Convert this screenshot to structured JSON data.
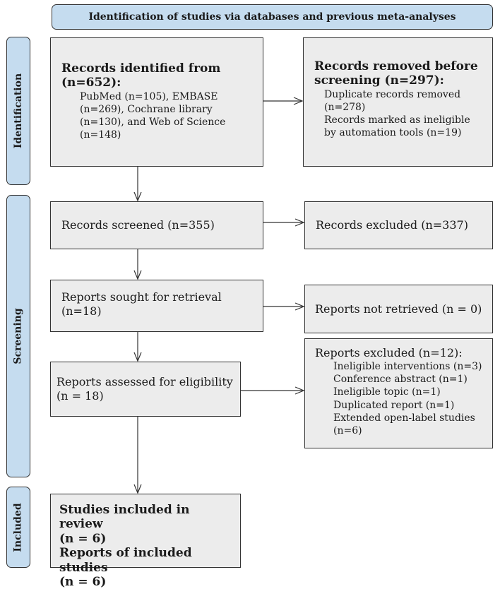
{
  "title": "Identification of studies via databases and previous meta-analyses",
  "phases": {
    "identification": "Identification",
    "screening": "Screening",
    "included": "Included"
  },
  "identified": {
    "heading": "Records identified from (n=652):",
    "lines": [
      "PubMed (n=105), EMBASE",
      "(n=269), Cochrane library",
      "(n=130), and Web of Science",
      "(n=148)"
    ]
  },
  "removed": {
    "heading_1": "Records removed before",
    "heading_2": "screening (n=297):",
    "lines": [
      "Duplicate records removed",
      "(n=278)",
      "Records marked as ineligible",
      "by automation tools (n=19)"
    ]
  },
  "screened": "Records screened (n=355)",
  "excluded": "Records excluded (n=337)",
  "sought": {
    "line_1": "Reports sought for retrieval",
    "line_2": "(n=18)"
  },
  "not_retrieved": "Reports not retrieved (n = 0)",
  "assessed": {
    "line_1": "Reports assessed for eligibility",
    "line_2": "(n = 18)"
  },
  "reports_excluded": {
    "heading": "Reports excluded (n=12):",
    "lines": [
      "Ineligible interventions (n=3)",
      "Conference abstract (n=1)",
      "Ineligible topic (n=1)",
      "Duplicated report (n=1)",
      "Extended open-label studies",
      "(n=6)"
    ]
  },
  "included_box": {
    "line_1": "Studies included in review",
    "line_2": "(n = 6)",
    "line_3": "Reports of included studies",
    "line_4": "(n = 6)"
  }
}
